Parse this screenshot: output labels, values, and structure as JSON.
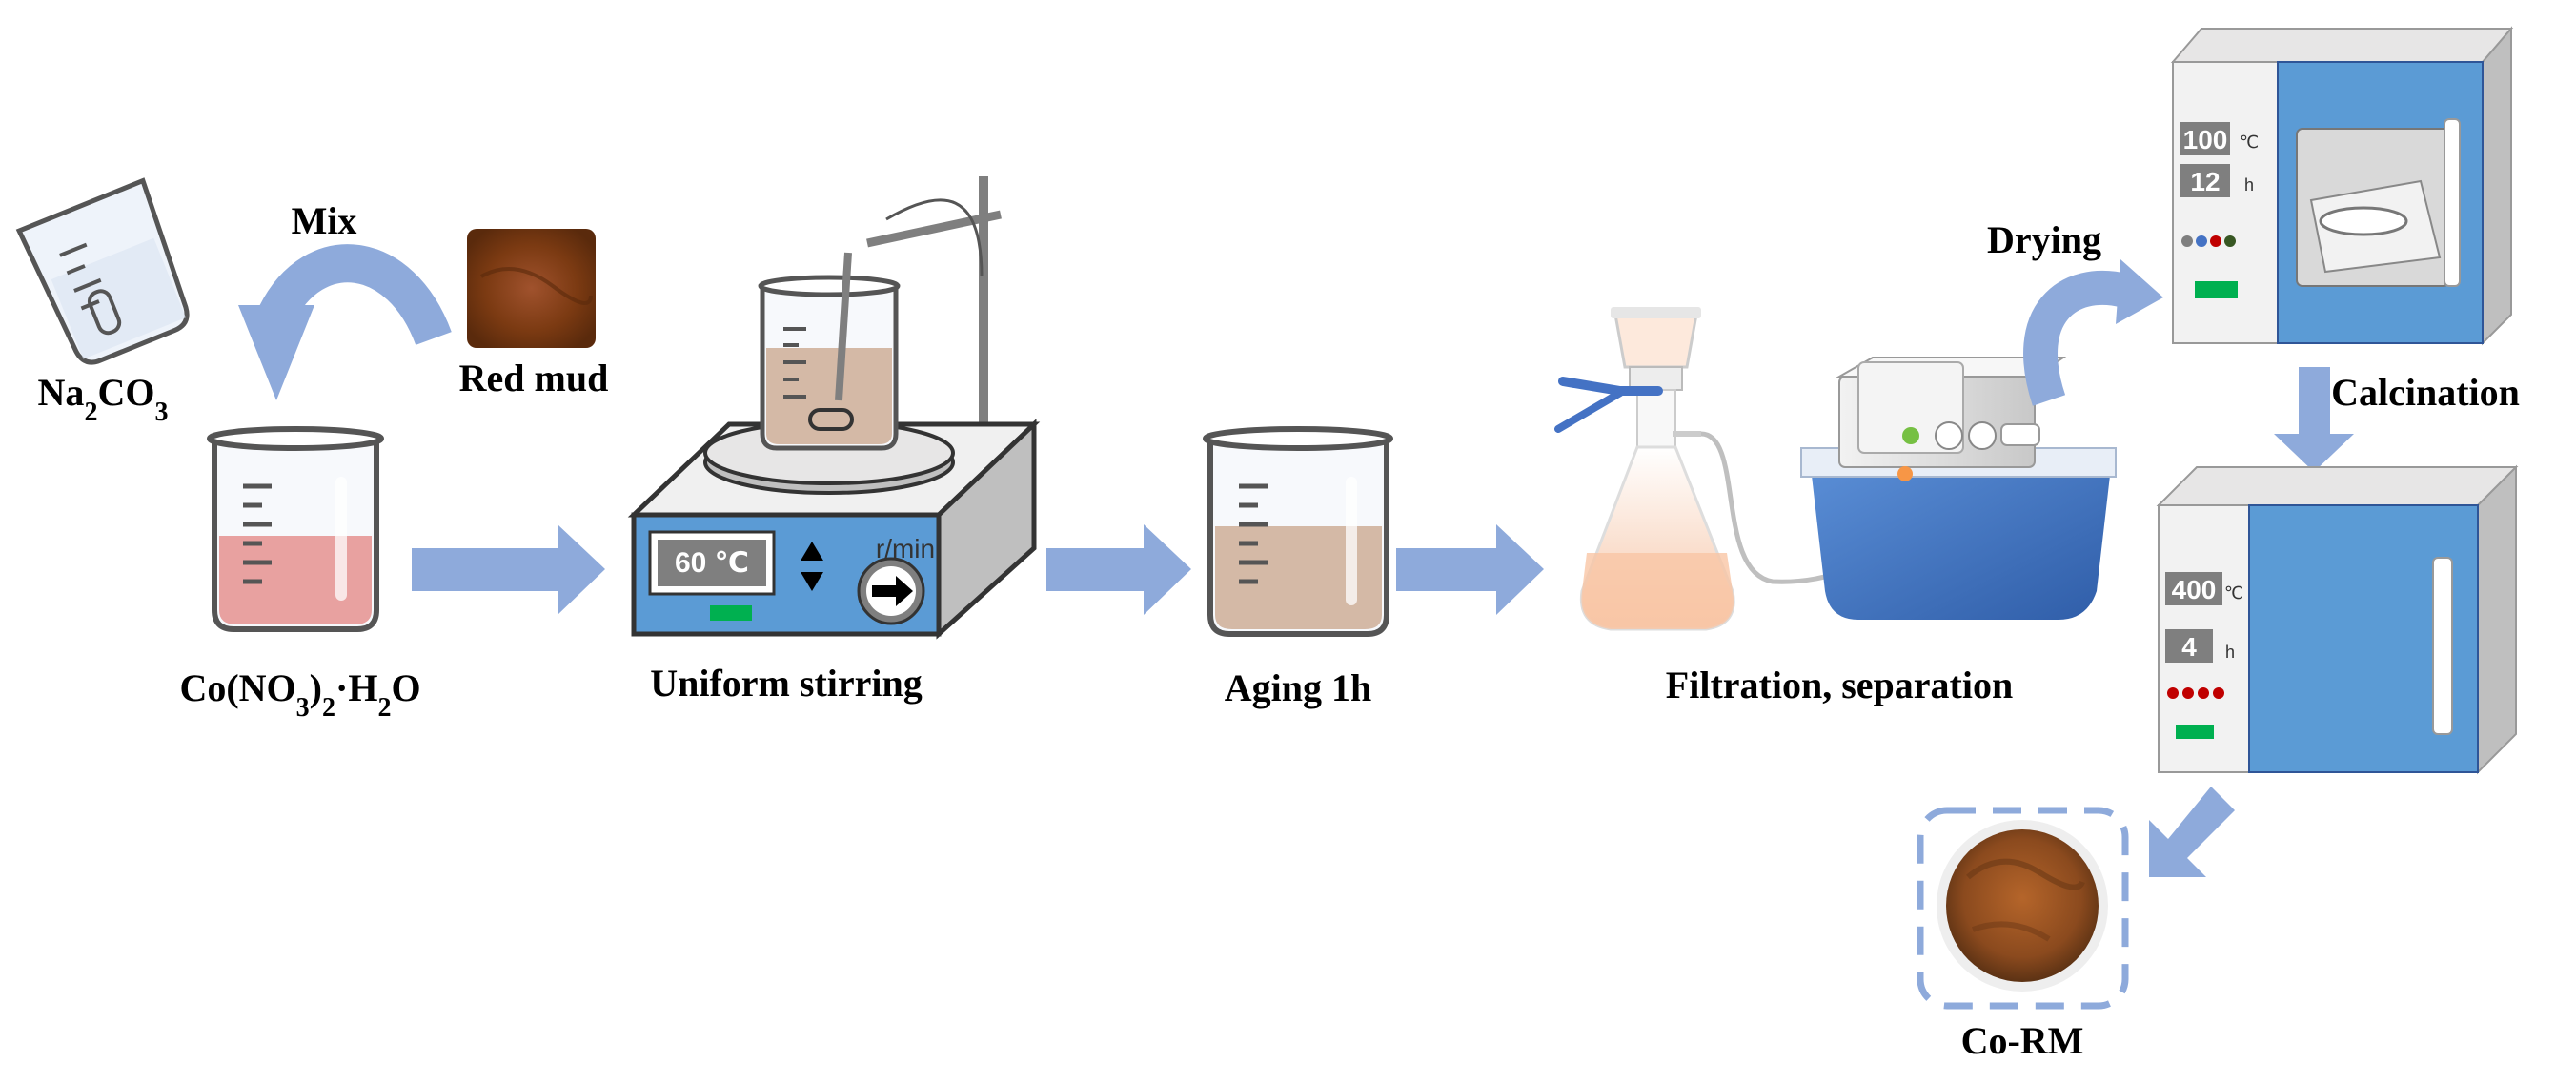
{
  "diagram": {
    "labels": {
      "na2co3": {
        "base": "Na",
        "sub1": "2",
        "mid": "CO",
        "sub2": "3"
      },
      "mix": "Mix",
      "red_mud": "Red mud",
      "co_nitrate": {
        "a": "Co(NO",
        "s1": "3",
        "b": ")",
        "s2": "2",
        "c": "·H",
        "s3": "2",
        "d": "O"
      },
      "uniform_stirring": "Uniform stirring",
      "aging": "Aging 1h",
      "filtration": "Filtration, separation",
      "drying": "Drying",
      "calcination": "Calcination",
      "product": "Co-RM"
    },
    "stirrer": {
      "temp_display": "60 ℃",
      "speed_label": "r/min"
    },
    "drying_oven": {
      "temp_value": "100",
      "temp_unit": "℃",
      "time_value": "12",
      "time_unit": "h"
    },
    "furnace": {
      "temp_value": "400",
      "temp_unit": "℃",
      "time_value": "4",
      "time_unit": "h"
    },
    "colors": {
      "arrow": "#8EAADB",
      "arrow_dark": "#6C8EBF",
      "pink_solution": "#E8A1A0",
      "tan_solution": "#D4B9A6",
      "device_blue": "#5B9BD5",
      "red_mud": "#8B4513",
      "display_gray": "#7F7F7F",
      "indicator_green": "#00B050"
    },
    "icons": [
      "beaker-icon",
      "hotplate-stirrer-icon",
      "filter-flask-icon",
      "vacuum-pump-icon",
      "drying-oven-icon",
      "muffle-furnace-icon",
      "petri-dish-icon"
    ]
  }
}
